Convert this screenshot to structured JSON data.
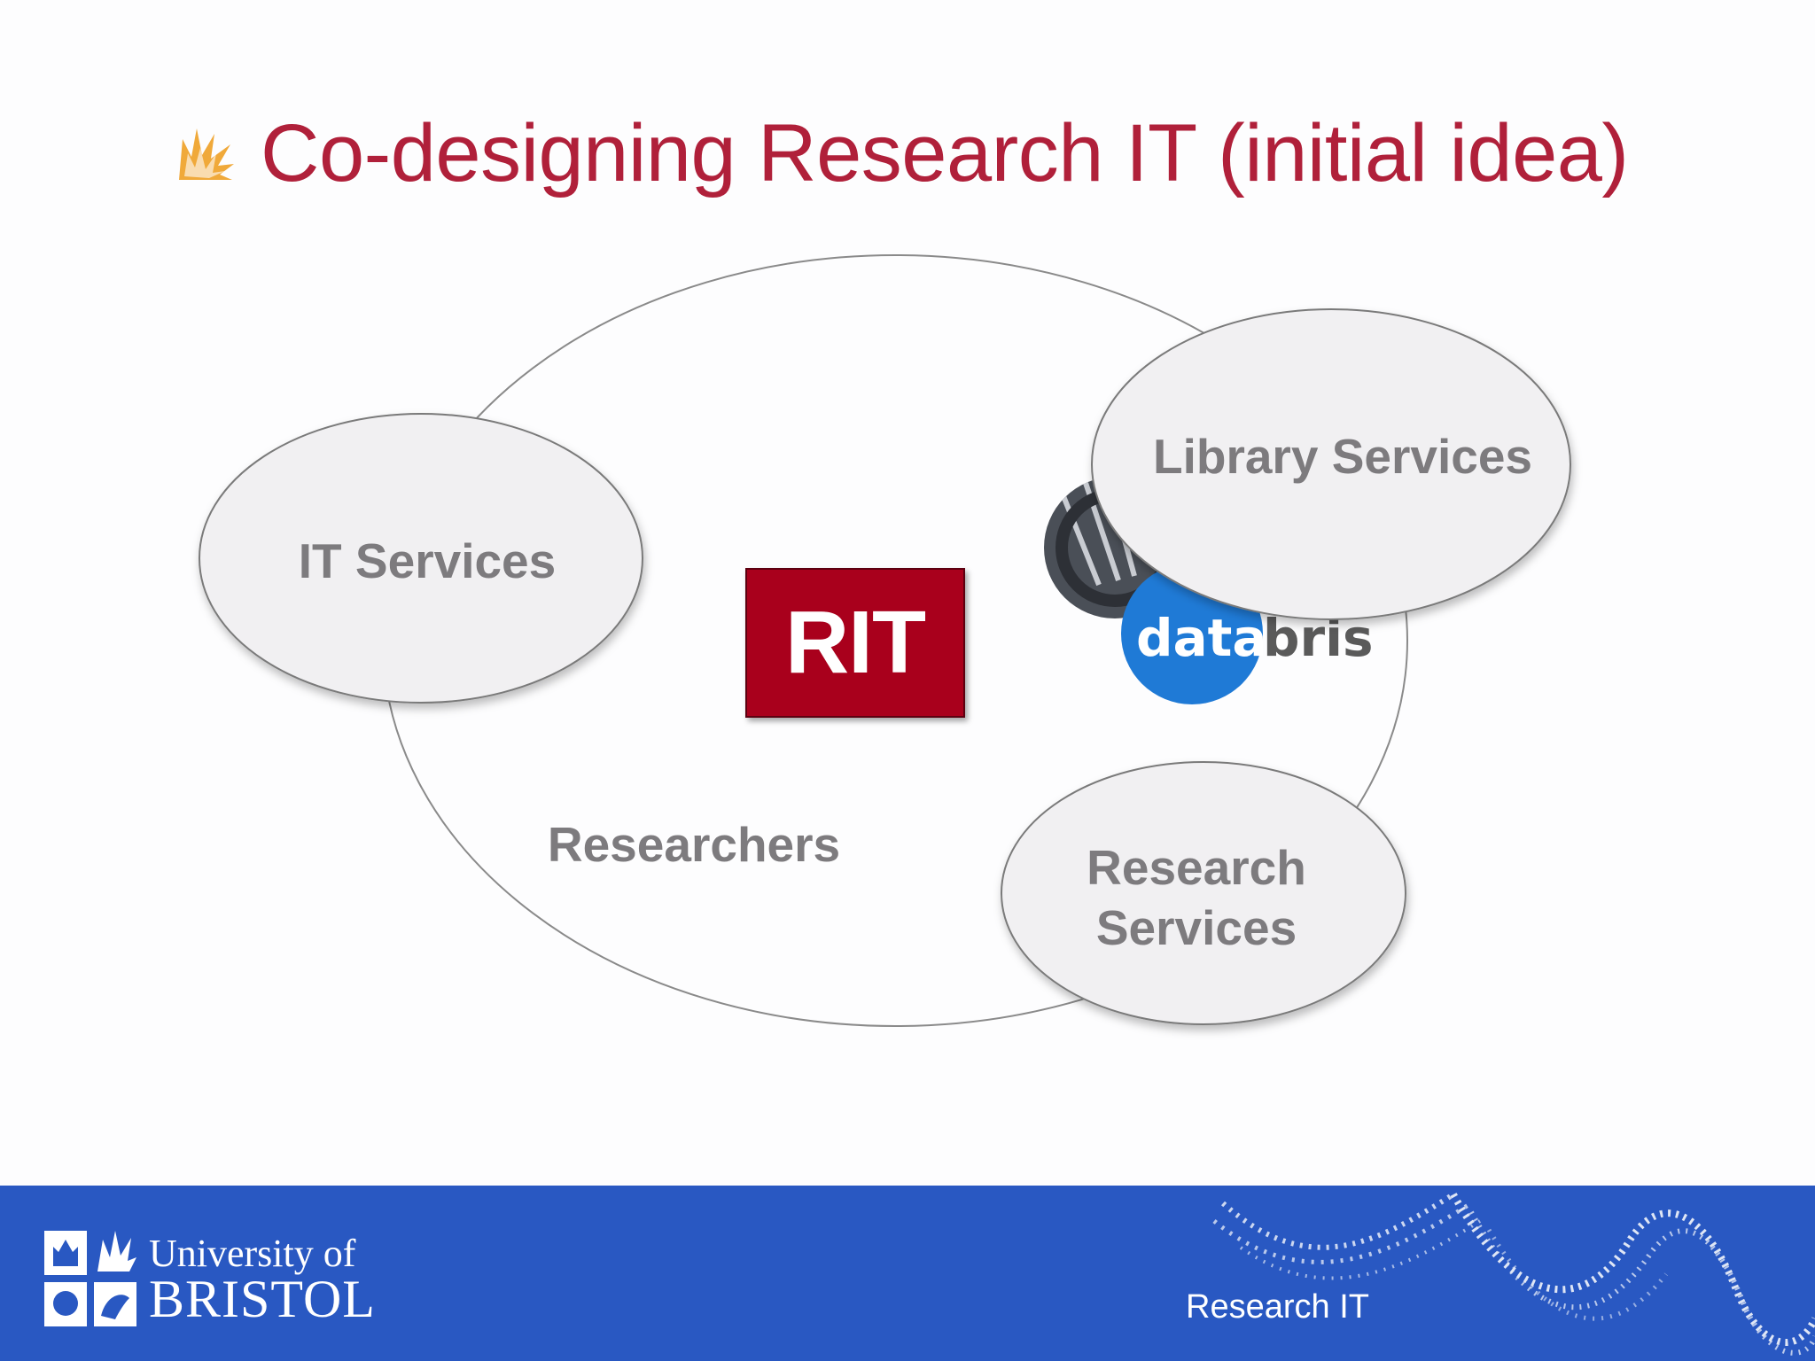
{
  "slide": {
    "title": "Co-designing Research IT (initial idea)",
    "title_icon": "flame-icon"
  },
  "diagram": {
    "outer_label": "Researchers",
    "it_services": "IT Services",
    "library_services": "Library Services",
    "research_services_line1": "Research",
    "research_services_line2": "Services",
    "rit_label": "RIT",
    "databris_logo": {
      "word1": "data.",
      "word2": "bris",
      "color": "#1f7ad6"
    }
  },
  "footer": {
    "logo_line1": "University of",
    "logo_line2": "BRISTOL",
    "label": "Research IT",
    "background_color": "#2958c2"
  }
}
